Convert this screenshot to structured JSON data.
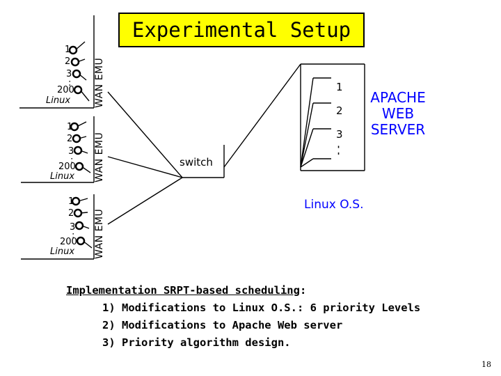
{
  "title": "Experimental Setup",
  "client_groups": [
    {
      "ports": [
        "1",
        "2",
        "3",
        ":",
        "200"
      ],
      "os_label": "Linux",
      "emulator_label": "WAN EMU"
    },
    {
      "ports": [
        "1",
        "2",
        "3",
        ":",
        "200"
      ],
      "os_label": "Linux",
      "emulator_label": "WAN EMU"
    },
    {
      "ports": [
        "1",
        "2",
        "3",
        ":",
        "200"
      ],
      "os_label": "Linux",
      "emulator_label": "WAN EMU"
    }
  ],
  "switch_label": "switch",
  "server": {
    "ports": [
      "1",
      "2",
      "3",
      ":"
    ],
    "name": "APACHE WEB SERVER",
    "os_label": "Linux O.S."
  },
  "implementation": {
    "heading": "Implementation SRPT-based scheduling",
    "heading_suffix": ":",
    "items": [
      "1) Modifications to Linux O.S.: 6 priority Levels",
      "2) Modifications to Apache Web server",
      "3) Priority algorithm design."
    ]
  },
  "page_number": "18",
  "colors": {
    "accent": "#ffff00",
    "accent_text": "#0000ff",
    "ink": "#000000"
  }
}
